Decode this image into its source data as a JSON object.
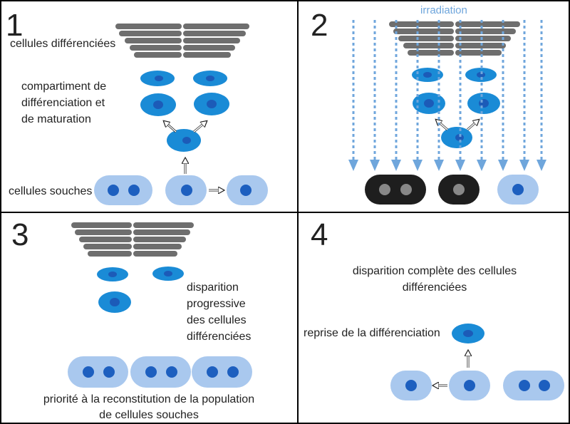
{
  "panels": [
    {
      "number": "1"
    },
    {
      "number": "2"
    },
    {
      "number": "3"
    },
    {
      "number": "4"
    }
  ],
  "panel1": {
    "label_diff": "cellules différenciées",
    "label_compartment": "compartiment de\ndifférenciation et\nde maturation",
    "label_stem": "cellules souches"
  },
  "panel2": {
    "label_irradiation": "irradiation"
  },
  "panel3": {
    "label_disparition": "disparition\nprogressive\ndes cellules\ndifférenciées",
    "label_priority_line1": "priorité  à la reconstitution de la population",
    "label_priority_line2": "de cellules souches"
  },
  "panel4": {
    "label_complete_line1": "disparition complète des cellules",
    "label_complete_line2": "différenciées",
    "label_reprise": "reprise de la différenciation"
  },
  "colors": {
    "stem_cell": "#a9c8ee",
    "stem_nucleus": "#1d5fbf",
    "diff_cell": "#1a8bd6",
    "diff_nucleus": "#1c5bb8",
    "mature_layer": "#6e6e6e",
    "dead_cell": "#1e1e1e",
    "dead_nucleus": "#888888",
    "irradiation": "#6fa6dc",
    "border": "#000000"
  }
}
